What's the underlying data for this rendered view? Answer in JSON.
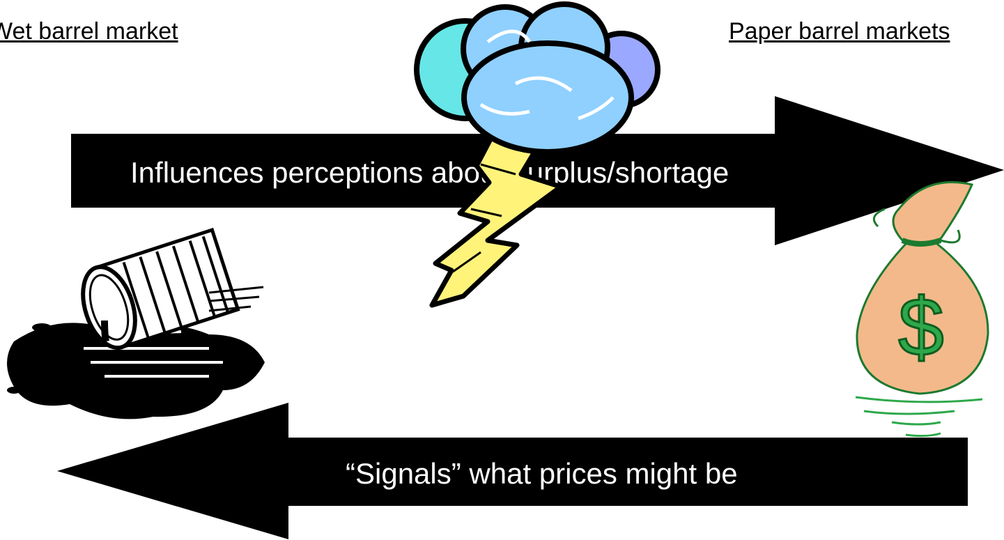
{
  "labels": {
    "left_market": "Wet barrel market",
    "right_market": "Paper barrel markets"
  },
  "arrows": {
    "top_text": "Influences perceptions about surplus/shortage",
    "bottom_text": "“Signals” what prices might be"
  },
  "colors": {
    "arrow": "#000000",
    "arrow_text": "#ffffff",
    "cloud_blue": "#8fd0ff",
    "cloud_teal": "#66e6e6",
    "cloud_purple": "#9aa8ff",
    "lightning": "#fff37a",
    "money_bag": "#f3b98a",
    "dollar_green": "#2ea84a"
  },
  "icons": {
    "barrel": "spilled-oil-barrel-icon",
    "cloud": "storm-cloud-icon",
    "lightning": "lightning-bolt-icon",
    "money": "money-bag-icon"
  }
}
